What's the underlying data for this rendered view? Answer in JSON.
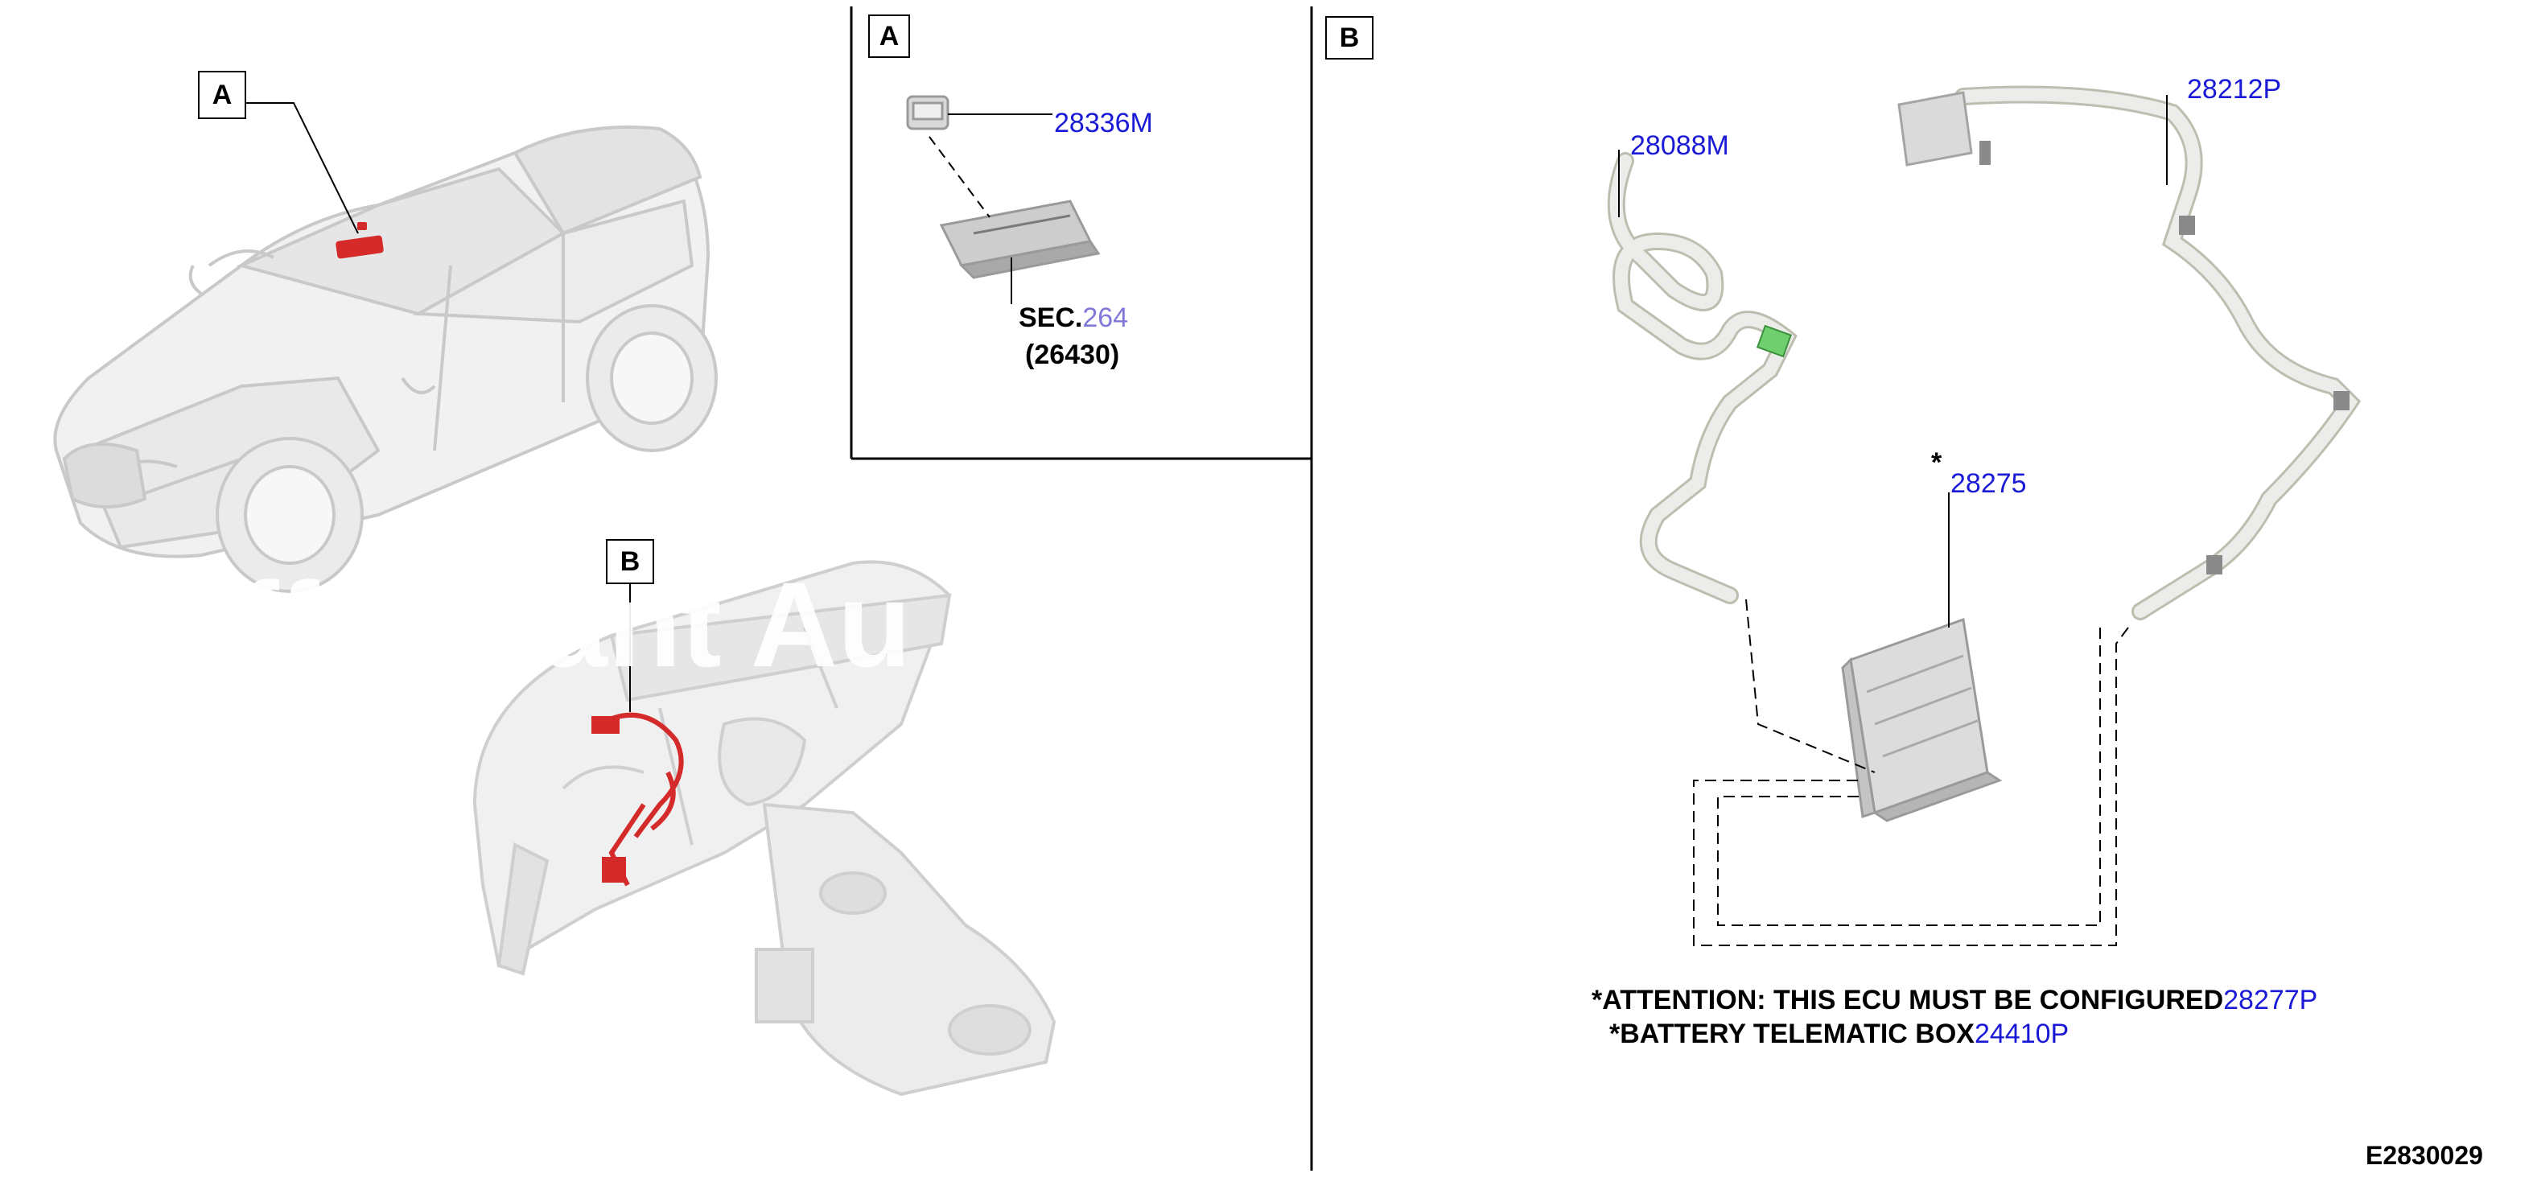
{
  "callouts": {
    "car_callout": "A",
    "dash_callout": "B",
    "panel_a_tag": "A",
    "panel_b_tag": "B"
  },
  "panel_a": {
    "part_28336m": "28336M",
    "sec_prefix": "SEC.",
    "sec_ref": "264",
    "sec_sub": "(26430)"
  },
  "panel_b": {
    "part_28088m": "28088M",
    "part_28212p": "28212P",
    "star_mark": "*",
    "part_28275": "28275"
  },
  "notes": {
    "line1_text": "*ATTENTION: THIS ECU MUST BE CONFIGURED",
    "line1_part": "28277P",
    "line2_text": "*BATTERY TELEMATIC BOX",
    "line2_part": "24410P"
  },
  "watermark": "Offer    hant Au",
  "diagram_code": "E2830029",
  "colors": {
    "part_number": "#1a1ad6",
    "section_ref": "#8078d8",
    "highlight": "#d42a2a",
    "connector_green": "#6fcf6f"
  }
}
